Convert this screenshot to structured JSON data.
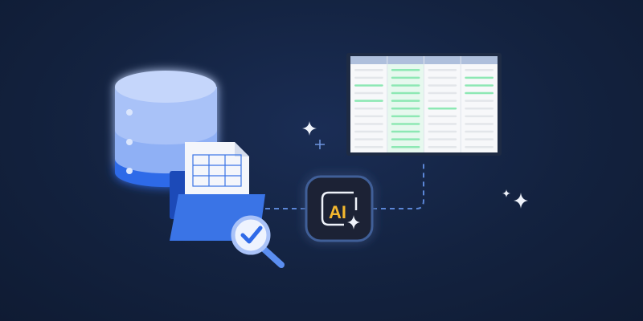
{
  "ai_badge": {
    "label": "AI",
    "label_color": "#f5b82e"
  },
  "colors": {
    "background": "#13223f",
    "db_top": "#c5d6fb",
    "db_middle": "#8fb0f5",
    "db_bottom": "#2f6ae8",
    "folder": "#3a74e6",
    "highlight_green": "#8de8b4",
    "connector": "#5b86d6"
  },
  "icons": [
    "database-icon",
    "spreadsheet-document-icon",
    "folder-icon",
    "magnifier-check-icon",
    "ai-sparkle-icon",
    "sparkle-icon"
  ],
  "table": {
    "columns": 4,
    "rows": 11,
    "highlighted_column": 2,
    "highlighted_cells": [
      [
        1,
        3
      ],
      [
        1,
        5
      ],
      [
        3,
        6
      ],
      [
        4,
        2
      ],
      [
        4,
        3
      ],
      [
        4,
        4
      ]
    ]
  }
}
